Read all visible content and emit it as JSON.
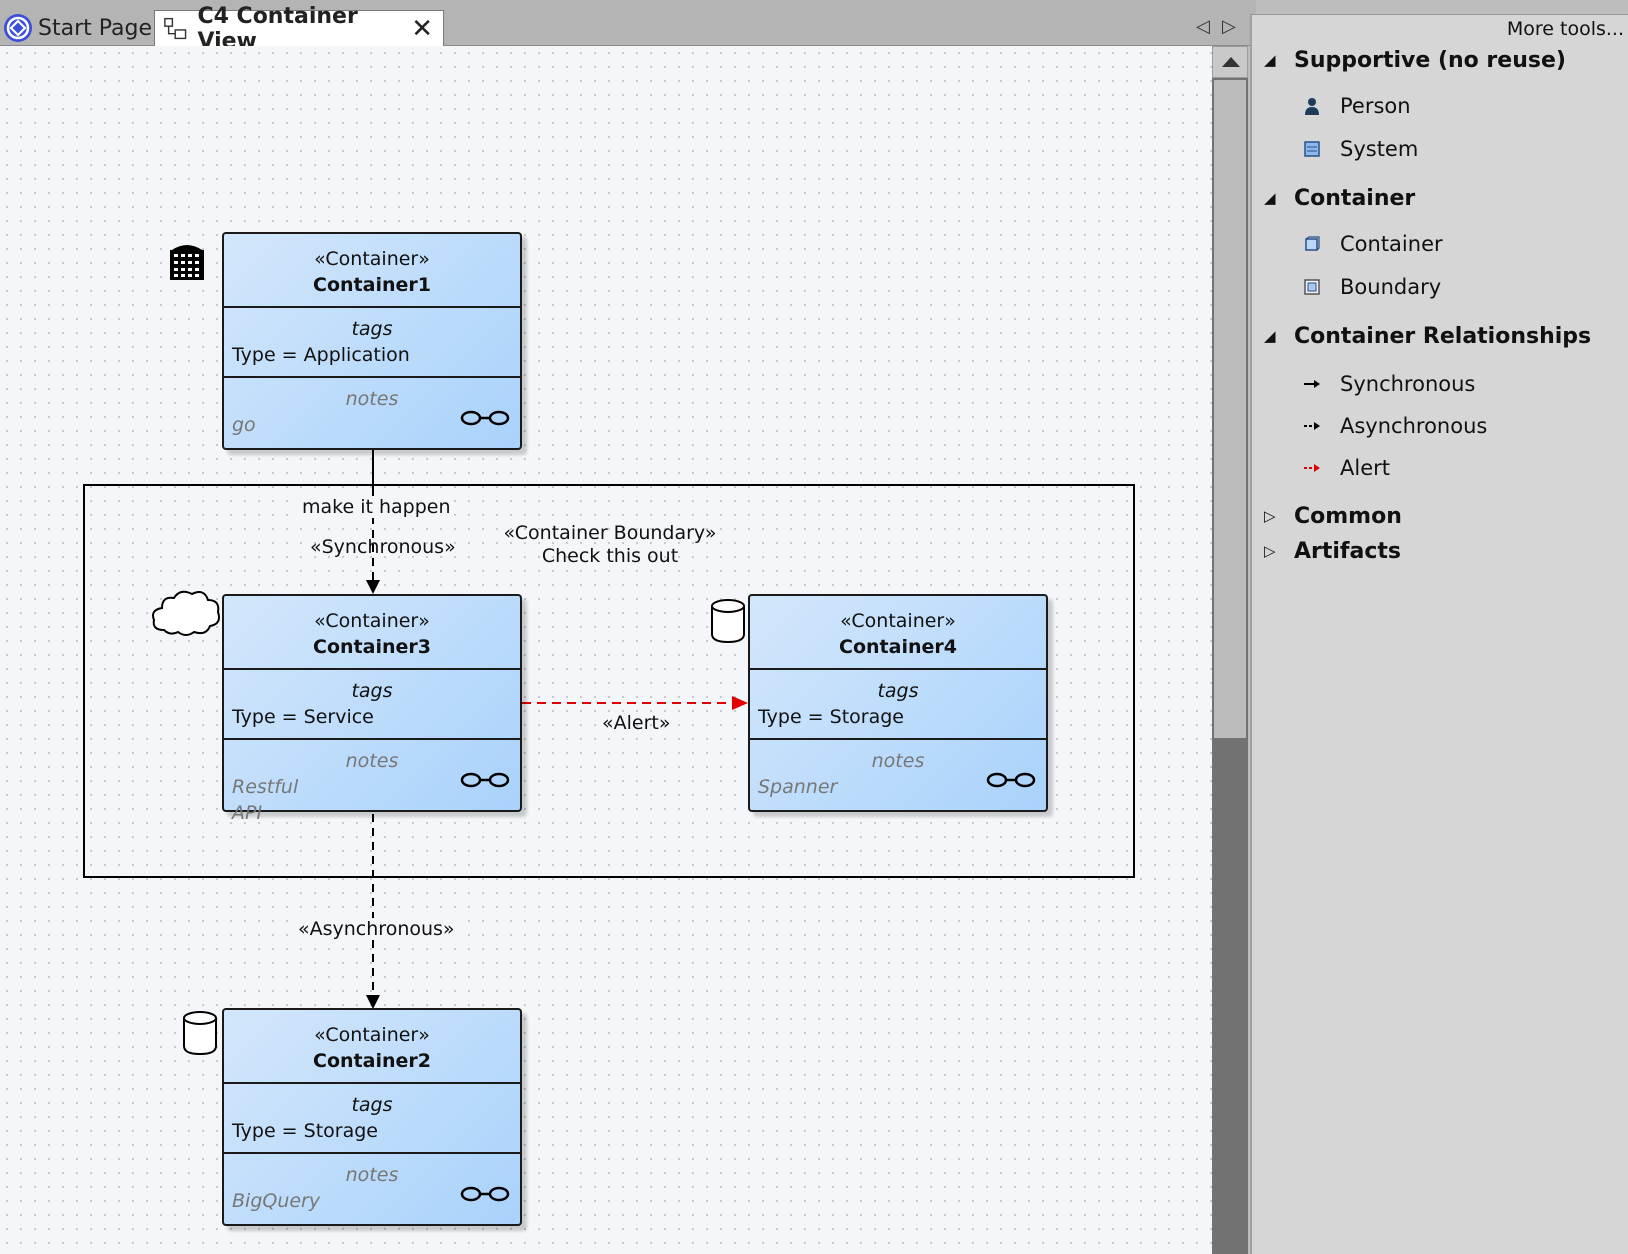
{
  "tabs": {
    "start_page": "Start Page",
    "active": "C4 Container View",
    "close_symbol": "✕"
  },
  "diagram": {
    "boundary": {
      "stereotype": "«Container Boundary»",
      "name": "Check this out"
    },
    "containers": [
      {
        "id": "container1",
        "stereotype": "«Container»",
        "name": "Container1",
        "tags_label": "tags",
        "tags_value": "Type = Application",
        "notes_label": "notes",
        "notes_value": "go",
        "icon": "server-rack-icon"
      },
      {
        "id": "container3",
        "stereotype": "«Container»",
        "name": "Container3",
        "tags_label": "tags",
        "tags_value": "Type = Service",
        "notes_label": "notes",
        "notes_value": "Restful API",
        "icon": "cloud-icon"
      },
      {
        "id": "container4",
        "stereotype": "«Container»",
        "name": "Container4",
        "tags_label": "tags",
        "tags_value": "Type = Storage",
        "notes_label": "notes",
        "notes_value": "Spanner",
        "icon": "database-icon"
      },
      {
        "id": "container2",
        "stereotype": "«Container»",
        "name": "Container2",
        "tags_label": "tags",
        "tags_value": "Type = Storage",
        "notes_label": "notes",
        "notes_value": "BigQuery",
        "icon": "database-icon"
      }
    ],
    "connectors": [
      {
        "from": "Container1",
        "to": "Container3",
        "name": "make it happen",
        "stereotype": "«Synchronous»"
      },
      {
        "from": "Container3",
        "to": "Container4",
        "stereotype": "«Alert»",
        "color": "#e00000"
      },
      {
        "from": "Container3",
        "to": "Container2",
        "stereotype": "«Asynchronous»"
      }
    ]
  },
  "toolbox": {
    "more_tools": "More tools...",
    "groups": [
      {
        "label": "Supportive (no reuse)",
        "expanded": true,
        "items": [
          {
            "label": "Person",
            "icon": "person-icon"
          },
          {
            "label": "System",
            "icon": "system-icon"
          }
        ]
      },
      {
        "label": "Container",
        "expanded": true,
        "items": [
          {
            "label": "Container",
            "icon": "container-icon"
          },
          {
            "label": "Boundary",
            "icon": "boundary-icon"
          }
        ]
      },
      {
        "label": "Container Relationships",
        "expanded": true,
        "items": [
          {
            "label": "Synchronous",
            "icon": "solid-arrow-icon"
          },
          {
            "label": "Asynchronous",
            "icon": "dashed-arrow-icon"
          },
          {
            "label": "Alert",
            "icon": "red-dashed-arrow-icon"
          }
        ]
      },
      {
        "label": "Common",
        "expanded": false,
        "items": []
      },
      {
        "label": "Artifacts",
        "expanded": false,
        "items": []
      }
    ]
  },
  "colors": {
    "container_fill_light": "#d3e7fb",
    "container_fill_dark": "#a9d2fb",
    "alert": "#e00000",
    "canvas": "#f4f6f9",
    "toolbox": "#d6d6d6"
  }
}
